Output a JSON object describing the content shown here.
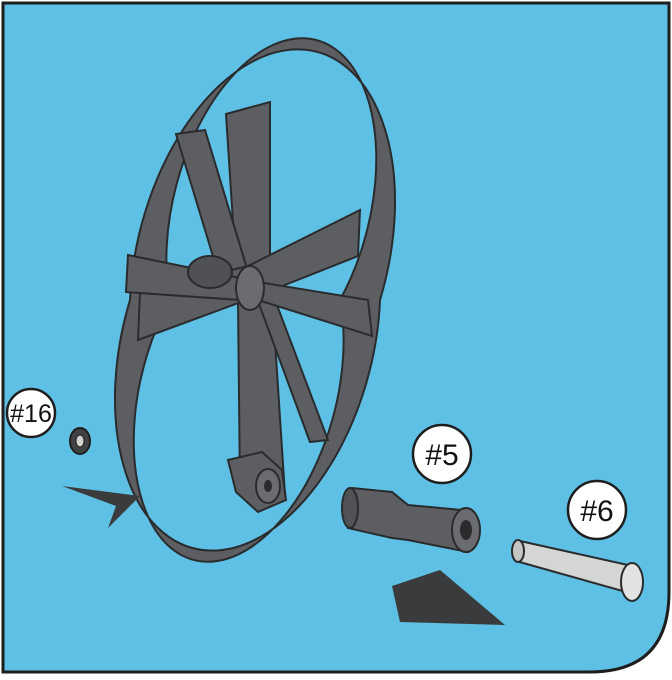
{
  "colors": {
    "background": "#5ec0e4",
    "wheel": "#5c5e61",
    "wheel_edge": "#2a2b2d",
    "arrow": "#3a3b3d",
    "pin": "#d4d6d3",
    "label_fill": "#ffffff",
    "label_border": "#1e1e1e"
  },
  "labels": {
    "washer": "#16",
    "sleeve": "#5",
    "pin": "#6"
  },
  "parts": [
    "wheel-icon",
    "washer-icon",
    "sleeve-icon",
    "pin-icon",
    "arrow-icon"
  ]
}
